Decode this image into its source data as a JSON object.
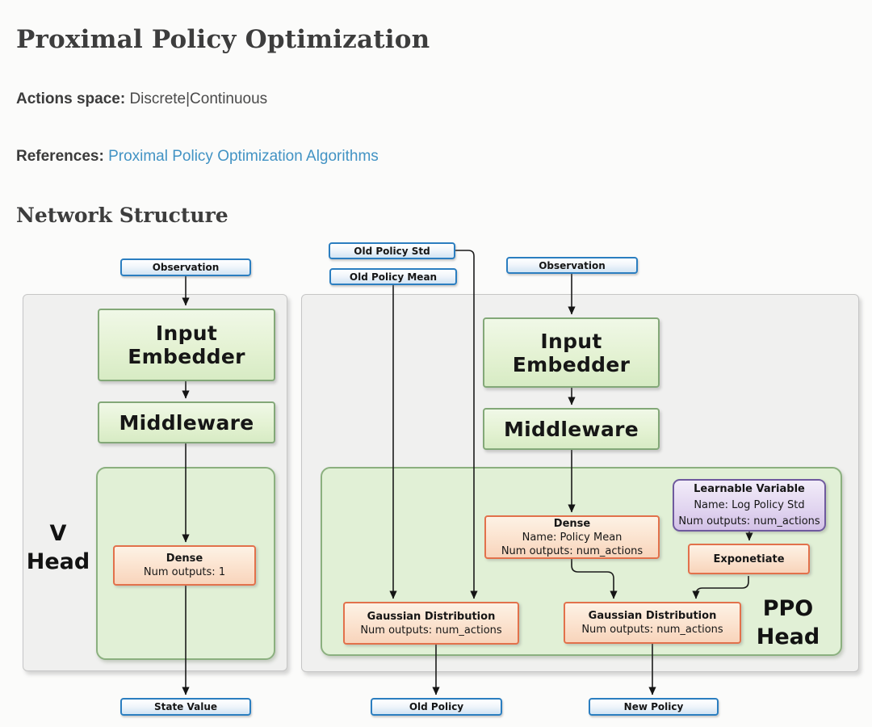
{
  "header": {
    "title": "Proximal Policy Optimization",
    "actions_space_label": "Actions space:",
    "actions_space_value": "Discrete|Continuous",
    "references_label": "References:",
    "references_link_text": "Proximal Policy Optimization Algorithms",
    "section_heading": "Network Structure"
  },
  "colors": {
    "link": "#4293c4",
    "io_box_border": "#2b7ec0",
    "process_box_border": "#83a878",
    "head_panel_fill": "#e1f0d6",
    "orange_box_border": "#e2714b",
    "purple_box_border": "#6f5a9e",
    "panel_fill": "#f0f0ef",
    "arrow": "#1b1b1b"
  },
  "v_head": {
    "panel_label_line1": "V",
    "panel_label_line2": "Head",
    "input_box": "Observation",
    "input_embedder": "Input Embedder",
    "middleware": "Middleware",
    "dense_title": "Dense",
    "dense_outputs": "Num outputs: 1",
    "output_box": "State Value"
  },
  "ppo_head": {
    "panel_label_line1": "PPO",
    "panel_label_line2": "Head",
    "old_policy_std_box": "Old Policy Std",
    "old_policy_mean_box": "Old Policy Mean",
    "input_box": "Observation",
    "input_embedder": "Input Embedder",
    "middleware": "Middleware",
    "dense_title": "Dense",
    "dense_name": "Name: Policy Mean",
    "dense_outputs": "Num outputs: num_actions",
    "learnable_title": "Learnable Variable",
    "learnable_name": "Name: Log Policy Std",
    "learnable_outputs": "Num outputs: num_actions",
    "exponetiate": "Exponetiate",
    "gaussian_old_title": "Gaussian Distribution",
    "gaussian_old_outputs": "Num outputs: num_actions",
    "gaussian_new_title": "Gaussian Distribution",
    "gaussian_new_outputs": "Num outputs: num_actions",
    "old_policy_box": "Old Policy",
    "new_policy_box": "New Policy"
  }
}
